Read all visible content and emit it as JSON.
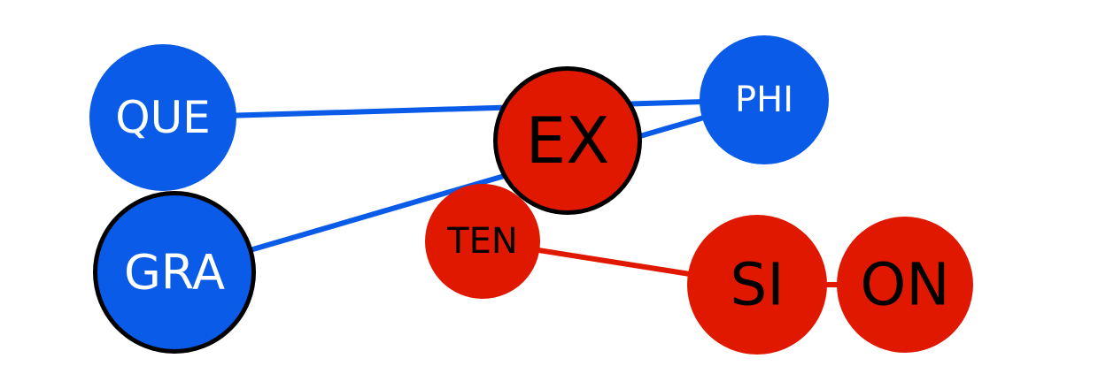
{
  "colors": {
    "blue": "#0a5be8",
    "red": "#e01800",
    "outline": "#000000",
    "background": "#ffffff"
  },
  "nodes": [
    {
      "id": "que",
      "label": "QUE",
      "color": "blue",
      "label_color": "#ffffff",
      "outlined": false
    },
    {
      "id": "gra",
      "label": "GRA",
      "color": "blue",
      "label_color": "#ffffff",
      "outlined": true
    },
    {
      "id": "ex",
      "label": "EX",
      "color": "red",
      "label_color": "#000000",
      "outlined": true
    },
    {
      "id": "phi",
      "label": "PHI",
      "color": "blue",
      "label_color": "#ffffff",
      "outlined": false
    },
    {
      "id": "ten",
      "label": "TEN",
      "color": "red",
      "label_color": "#000000",
      "outlined": false
    },
    {
      "id": "si",
      "label": "SI",
      "color": "red",
      "label_color": "#000000",
      "outlined": false
    },
    {
      "id": "on",
      "label": "ON",
      "color": "red",
      "label_color": "#000000",
      "outlined": false
    }
  ],
  "edges": [
    {
      "from": "que",
      "to": "phi",
      "color": "blue"
    },
    {
      "from": "gra",
      "to": "phi",
      "color": "blue"
    },
    {
      "from": "ten",
      "to": "si",
      "color": "red"
    },
    {
      "from": "si",
      "to": "on",
      "color": "red"
    }
  ]
}
